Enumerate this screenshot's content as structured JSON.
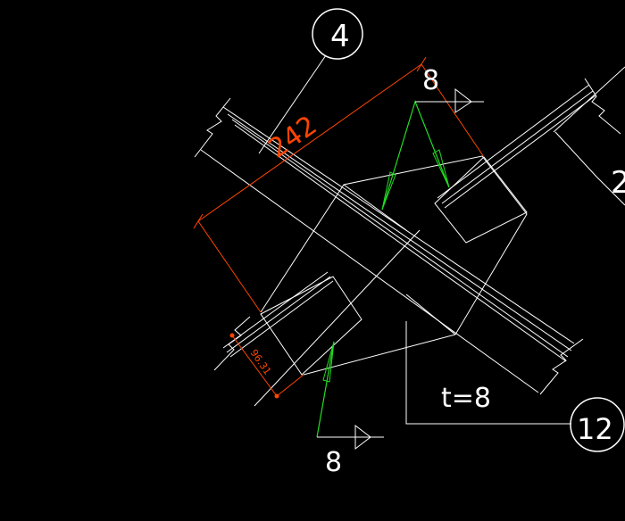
{
  "drawing": {
    "background": "#000000",
    "line_color": "#ffffff",
    "dimension_color": "#ff4500",
    "weld_leader_color": "#22dd22",
    "callouts": {
      "top": "4",
      "right_partial": "2",
      "bottom_right": "12"
    },
    "dimensions": {
      "main_length": "242",
      "small_length": "96.31"
    },
    "weld_symbols": {
      "upper_size": "8",
      "lower_size": "8"
    },
    "plate_note": "t=8"
  }
}
